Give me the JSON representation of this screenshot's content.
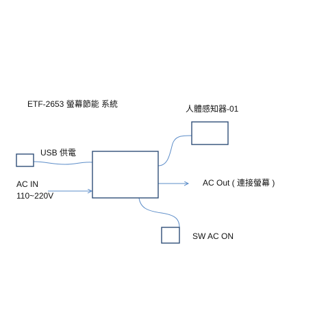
{
  "diagram": {
    "title": "ETF-2653  螢幕節能 系統",
    "labels": {
      "sensor": "人體感知器-01",
      "usb_power": "USB 供電",
      "ac_in": "AC IN",
      "ac_in_range": "110~220V",
      "ac_out": "AC Out ( 連接螢幕 )",
      "switch": "SW  AC ON"
    },
    "colors": {
      "box_stroke": "#2f4e77",
      "line": "#5b8cc8",
      "text": "#111111"
    }
  }
}
